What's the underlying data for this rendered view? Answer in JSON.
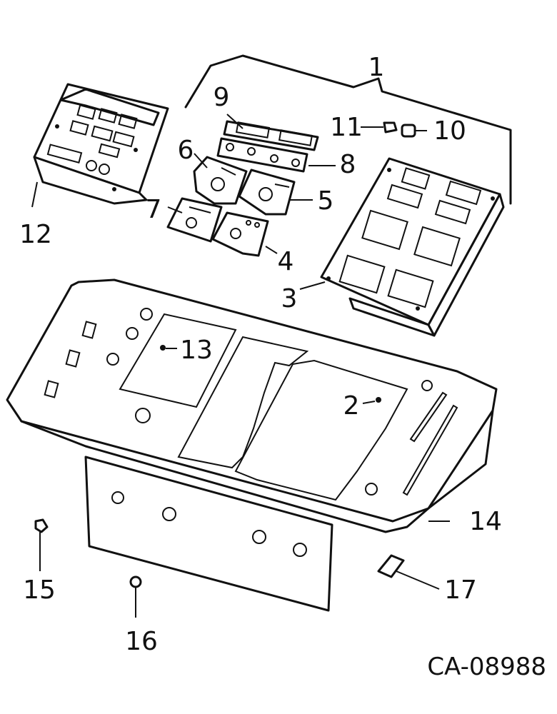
{
  "drawing_id": "CA-08988",
  "callouts": {
    "c1": "1",
    "c2": "2",
    "c3": "3",
    "c4": "4",
    "c5": "5",
    "c6": "6",
    "c7": "7",
    "c8": "8",
    "c9": "9",
    "c10": "10",
    "c11": "11",
    "c12": "12",
    "c13": "13",
    "c14": "14",
    "c15": "15",
    "c16": "16",
    "c17": "17"
  }
}
